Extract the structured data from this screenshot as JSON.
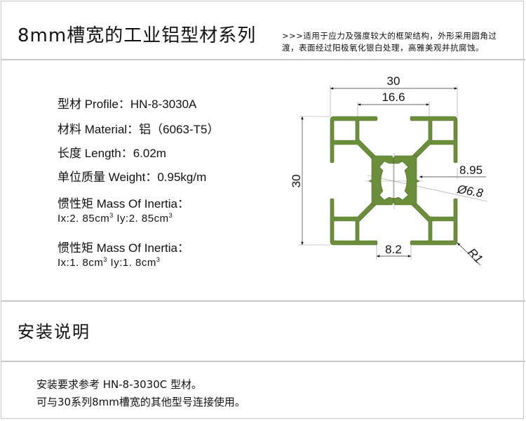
{
  "header": {
    "title": "8mm槽宽的工业铝型材系列",
    "description_line1": ">>>适用于应力及强度较大的框架结构，外形采用圆角过",
    "description_line2": "渡，表面经过阳极氧化银白处理，高雅美观并抗腐蚀。"
  },
  "specs": {
    "profile": "型材 Profile：HN-8-3030A",
    "material": "材料 Material：铝（6063-T5）",
    "length": "长度 Length：6.02m",
    "weight": "单位质量 Weight：0.95kg/m"
  },
  "inertia": [
    {
      "heading": "惯性矩  Mass Of Inertia：",
      "ix": "Ix:2. 85cm",
      "iy": "Iy:2. 85cm",
      "unit_sup": "3"
    },
    {
      "heading": "惯性矩  Mass Of Inertia：",
      "ix": "Ix:1. 8cm",
      "iy": "Iy:1. 8cm",
      "unit_sup": "3"
    }
  ],
  "drawing": {
    "profile_color": "#6b8e3a",
    "dimensions": {
      "overall_width": "30",
      "overall_height": "30",
      "slot_span": "16.6",
      "slot_width": "8.2",
      "core_offset": "8.95",
      "center_hole": "Ø6.8",
      "corner_radius": "R1"
    }
  },
  "installation": {
    "heading": "安装说明",
    "line1": "安装要求参考 HN-8-3030C 型材。",
    "line2": "可与30系列8mm槽宽的其他型号连接使用。"
  },
  "colors": {
    "border": "#c8c8c8",
    "profile_fill": "#6b8e3a",
    "text": "#111111"
  }
}
